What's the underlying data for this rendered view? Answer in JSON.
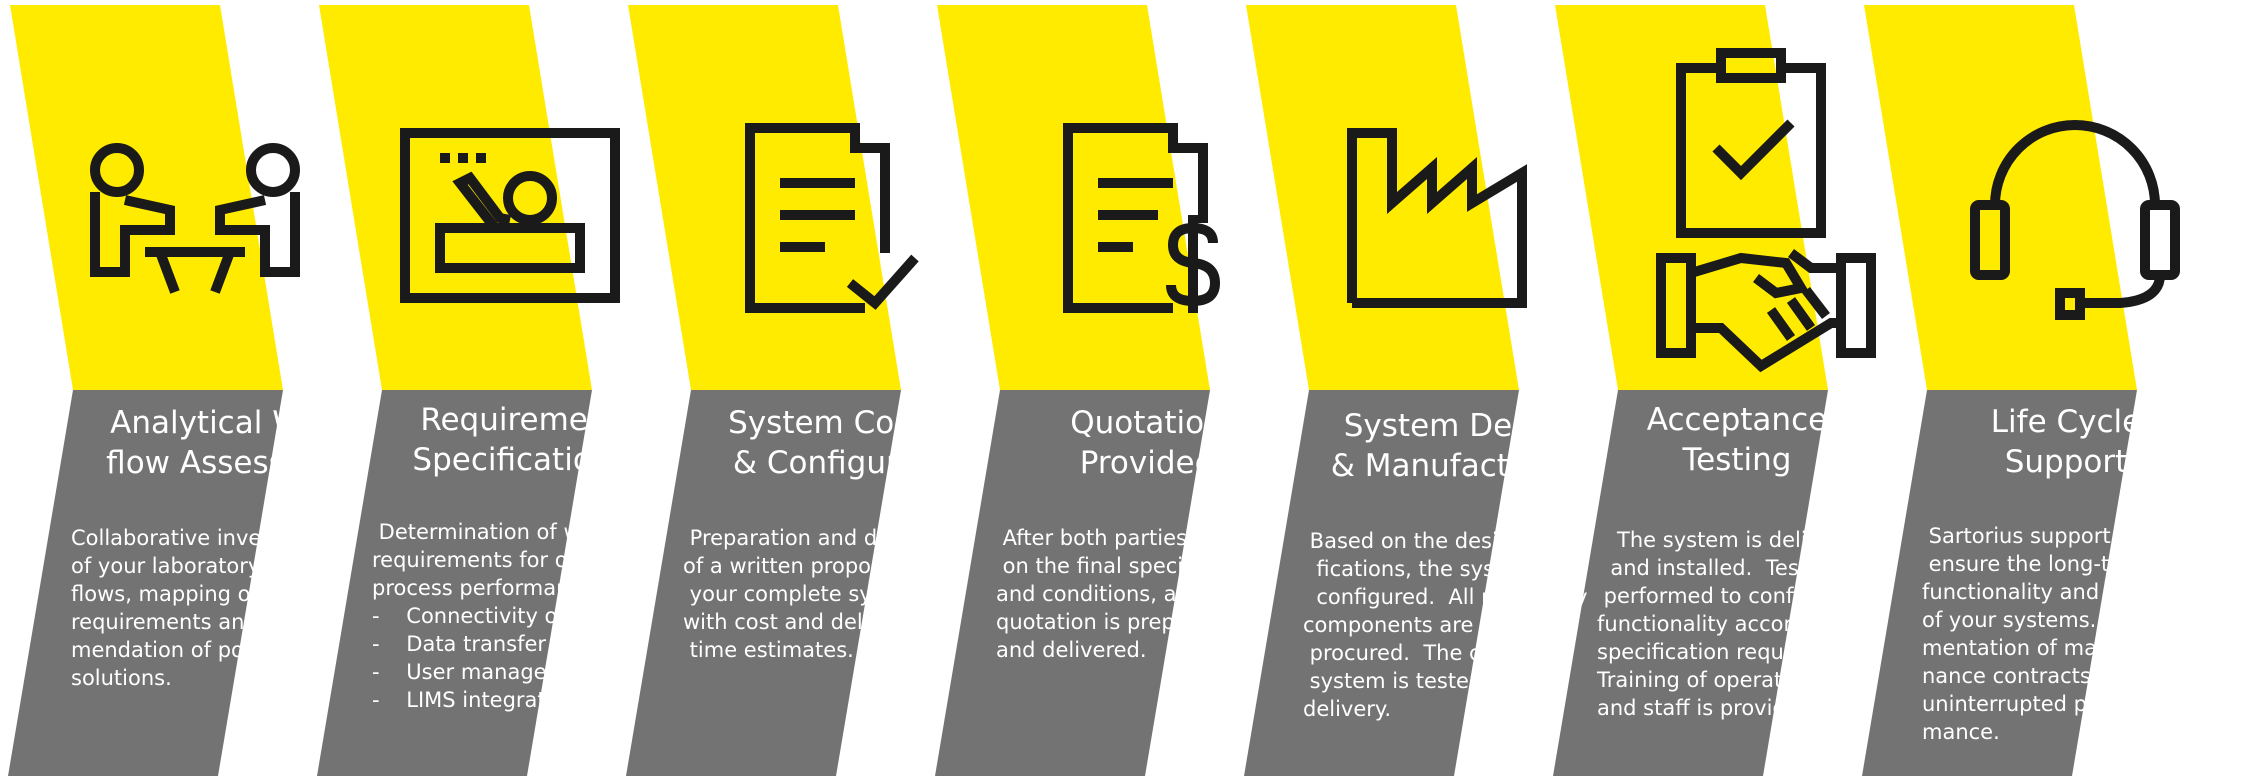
{
  "colors": {
    "accent": "#FFEB00",
    "panel": "#737373",
    "icon": "#1a1a1a",
    "text": "#ffffff"
  },
  "steps": [
    {
      "icon": "meeting-icon",
      "title": "Analytical Work-\nflow Assessment",
      "description": "Collaborative investigation\nof your laboratory work-\nflows, mapping of existing\nrequirements and recom-\nmendation of potential\nsolutions."
    },
    {
      "icon": "presentation-icon",
      "title": "Requirement\nSpecifications",
      "description": " Determination of workflow\nrequirements for optimal\nprocess performance:\n-    Connectivity options\n-    Data transfer needs\n-    User management\n-    LIMS integration"
    },
    {
      "icon": "document-check-icon",
      "title": "System Concept\n& Configuration",
      "description": " Preparation and delivery\nof a written proposal for\n your complete system\nwith cost and delivery\n time estimates."
    },
    {
      "icon": "document-dollar-icon",
      "title": "Quotation\nProvided",
      "description": " After both parties agree\n on the final specifications\nand conditions, a binding\nquotation is prepared\nand delivered."
    },
    {
      "icon": "factory-icon",
      "title": "System Design\n& Manufacturing",
      "description": " Based on the design speci-\n  fications, the system is\n  configured.  All necessary\ncomponents are made or\n procured.  The complete\n system is tested prior to\ndelivery."
    },
    {
      "icon": "clipboard-handshake-icon",
      "title": "Acceptance\nTesting",
      "description": "   The system is delivered\n  and installed.  Testing is\n performed to confirm\nfunctionality according to\nspecification requirements\nTraining of operators\nand staff is provided."
    },
    {
      "icon": "headset-icon",
      "title": "Life Cycle\nSupport",
      "description": " Sartorius support staff\n ensure the long-term\nfunctionality and reliability\nof your systems.  Imple-\nmentation of mainte-\nnance contracts ensure\nuninterrupted perfor-\nmance."
    }
  ]
}
